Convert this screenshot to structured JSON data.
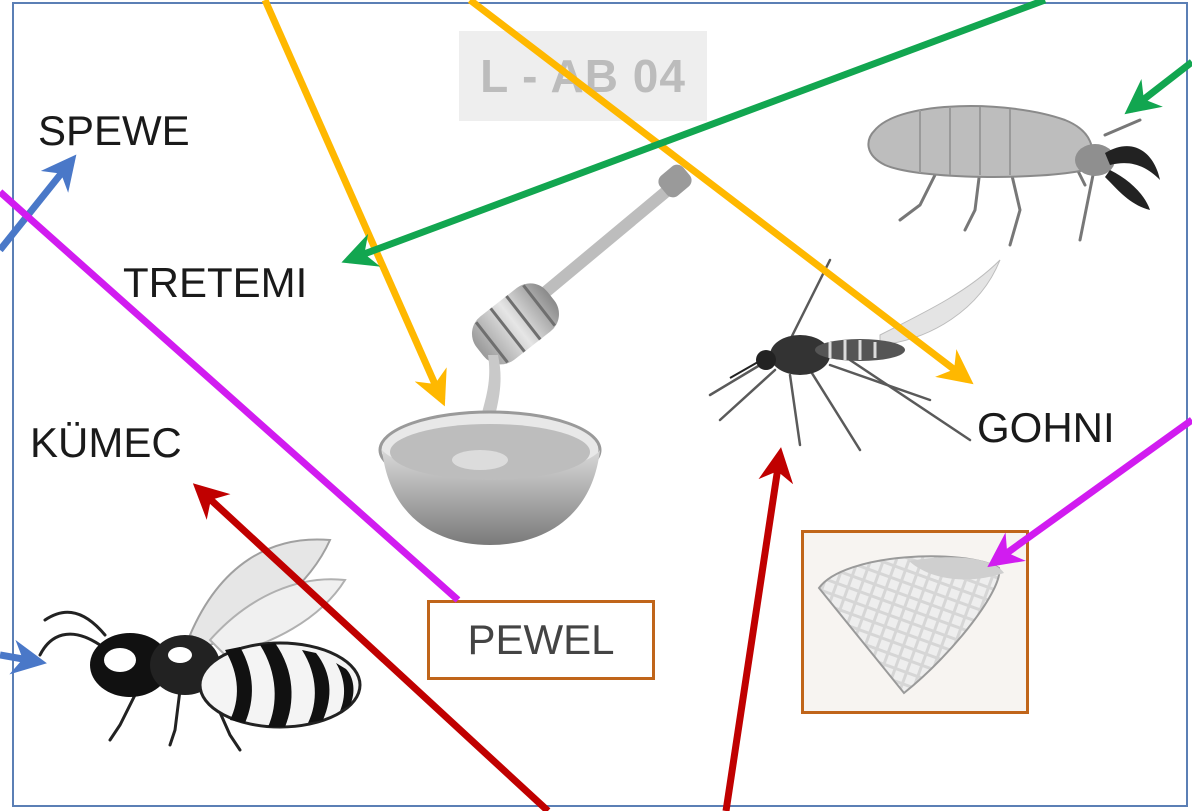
{
  "title": "L - AB 04",
  "words": {
    "spewe": "SPEWE",
    "tretemi": "TRETEMI",
    "kumec": "KÜMEC",
    "gohni": "GOHNI",
    "pewel": "PEWEL"
  },
  "pictures": [
    "honey-dipper-bowl",
    "mosquito",
    "termite",
    "wasp",
    "ice-cream-cone"
  ],
  "colors": {
    "yellow_arrow": "#ffb800",
    "green_arrow": "#12a650",
    "blue_arrow": "#4a78c8",
    "purple_arrow": "#d11cf0",
    "red_arrow": "#c00000",
    "box_border": "#c0651a",
    "frame_border": "#5b7fb5"
  }
}
